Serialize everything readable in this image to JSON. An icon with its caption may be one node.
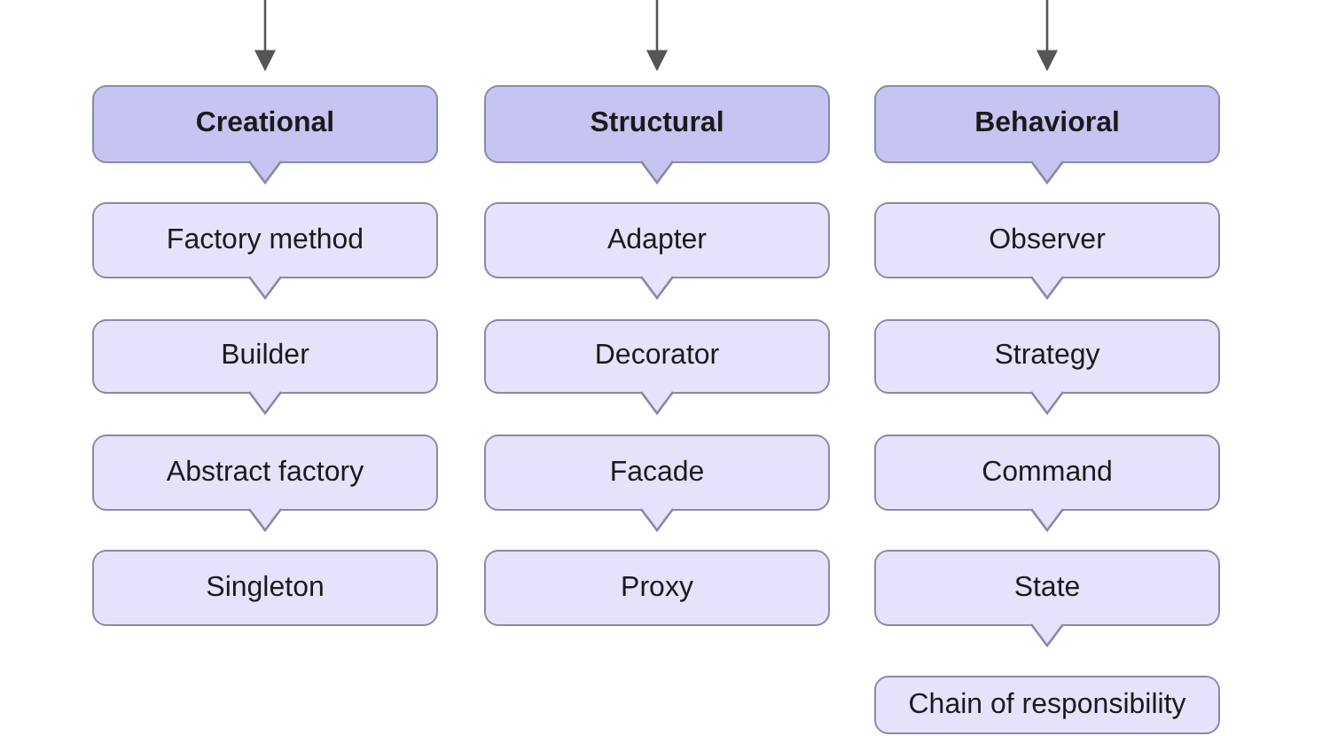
{
  "diagram": {
    "nodes": [
      {
        "text": [
          "Creational"
        ]
      },
      {
        "text": [
          "Factory method"
        ]
      },
      {
        "text": [
          "Builder"
        ]
      },
      {
        "text": [
          "Abstract factory"
        ]
      },
      {
        "text": [
          "Singleton"
        ]
      },
      {
        "text": [
          "Structural"
        ]
      },
      {
        "text": [
          "Adapter"
        ]
      },
      {
        "text": [
          "Decorator"
        ]
      },
      {
        "text": [
          "Facade"
        ]
      },
      {
        "text": [
          "Proxy"
        ]
      },
      {
        "text": [
          "Behavioral"
        ]
      },
      {
        "text": [
          "Observer"
        ]
      },
      {
        "text": [
          "Strategy"
        ]
      },
      {
        "text": [
          "Command"
        ]
      },
      {
        "text": [
          "State"
        ]
      },
      {
        "text": [
          "Chain of responsibility"
        ]
      }
    ],
    "edges": [
      {
        "from": null,
        "to": 0,
        "arrow": "to"
      },
      {
        "from": null,
        "to": 5,
        "arrow": "to"
      },
      {
        "from": null,
        "to": 10,
        "arrow": "to"
      },
      {
        "from": 0,
        "to": 1,
        "arrow": "to"
      },
      {
        "from": 1,
        "to": 2,
        "arrow": "to"
      },
      {
        "from": 2,
        "to": 3,
        "arrow": "to"
      },
      {
        "from": 3,
        "to": 4,
        "arrow": "to"
      },
      {
        "from": 5,
        "to": 6,
        "arrow": "to"
      },
      {
        "from": 6,
        "to": 7,
        "arrow": "to"
      },
      {
        "from": 7,
        "to": 8,
        "arrow": "to"
      },
      {
        "from": 8,
        "to": 9,
        "arrow": "to"
      },
      {
        "from": 10,
        "to": 11,
        "arrow": "to"
      },
      {
        "from": 11,
        "to": 12,
        "arrow": "to"
      },
      {
        "from": 12,
        "to": 13,
        "arrow": "to"
      },
      {
        "from": 13,
        "to": 14,
        "arrow": "to"
      },
      {
        "from": 14,
        "to": 15,
        "arrow": "to"
      }
    ]
  }
}
